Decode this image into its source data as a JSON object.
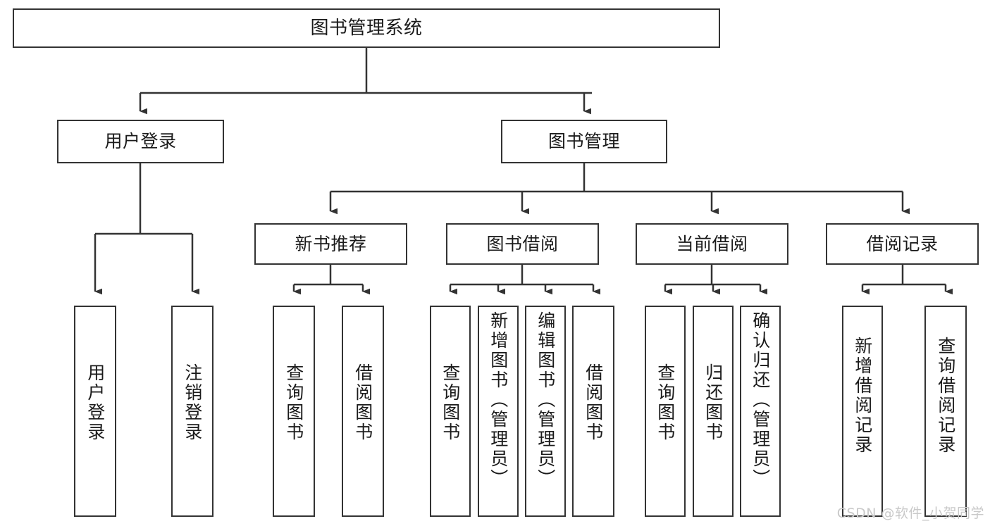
{
  "diagram": {
    "title": "图书管理系统",
    "watermark": "CSDN @软件_小贺同学",
    "stroke_color": "#333333",
    "background_color": "#ffffff",
    "text_color": "#1a1a1a",
    "type": "tree",
    "levels": [
      {
        "level": 1,
        "nodes": [
          {
            "id": "root",
            "label": "图书管理系统",
            "orientation": "horizontal"
          }
        ]
      },
      {
        "level": 2,
        "nodes": [
          {
            "id": "user_login",
            "label": "用户登录",
            "orientation": "horizontal",
            "parent": "root"
          },
          {
            "id": "book_mgmt",
            "label": "图书管理",
            "orientation": "horizontal",
            "parent": "root"
          }
        ]
      },
      {
        "level": 3,
        "nodes": [
          {
            "id": "new_book_rec",
            "label": "新书推荐",
            "orientation": "horizontal",
            "parent": "book_mgmt"
          },
          {
            "id": "book_borrow",
            "label": "图书借阅",
            "orientation": "horizontal",
            "parent": "book_mgmt"
          },
          {
            "id": "current_borrow",
            "label": "当前借阅",
            "orientation": "horizontal",
            "parent": "book_mgmt"
          },
          {
            "id": "borrow_record",
            "label": "借阅记录",
            "orientation": "horizontal",
            "parent": "book_mgmt"
          }
        ]
      },
      {
        "level": 4,
        "nodes": [
          {
            "id": "leaf_user_login",
            "label": "用户登录",
            "orientation": "vertical",
            "parent": "user_login"
          },
          {
            "id": "leaf_logout",
            "label": "注销登录",
            "orientation": "vertical",
            "parent": "user_login"
          },
          {
            "id": "leaf_query_book_1",
            "label": "查询图书",
            "orientation": "vertical",
            "parent": "new_book_rec"
          },
          {
            "id": "leaf_borrow_book_1",
            "label": "借阅图书",
            "orientation": "vertical",
            "parent": "new_book_rec"
          },
          {
            "id": "leaf_query_book_2",
            "label": "查询图书",
            "orientation": "vertical",
            "parent": "book_borrow"
          },
          {
            "id": "leaf_add_book",
            "label": "新增图书（管理员）",
            "orientation": "vertical",
            "parent": "book_borrow"
          },
          {
            "id": "leaf_edit_book",
            "label": "编辑图书（管理员）",
            "orientation": "vertical",
            "parent": "book_borrow"
          },
          {
            "id": "leaf_borrow_book_2",
            "label": "借阅图书",
            "orientation": "vertical",
            "parent": "book_borrow"
          },
          {
            "id": "leaf_query_book_3",
            "label": "查询图书",
            "orientation": "vertical",
            "parent": "current_borrow"
          },
          {
            "id": "leaf_return_book",
            "label": "归还图书",
            "orientation": "vertical",
            "parent": "current_borrow"
          },
          {
            "id": "leaf_confirm_return",
            "label": "确认归还（管理员）",
            "orientation": "vertical",
            "parent": "current_borrow"
          },
          {
            "id": "leaf_add_record",
            "label": "新增借阅记录",
            "orientation": "vertical",
            "parent": "borrow_record"
          },
          {
            "id": "leaf_query_record",
            "label": "查询借阅记录",
            "orientation": "vertical",
            "parent": "borrow_record"
          }
        ]
      }
    ]
  }
}
